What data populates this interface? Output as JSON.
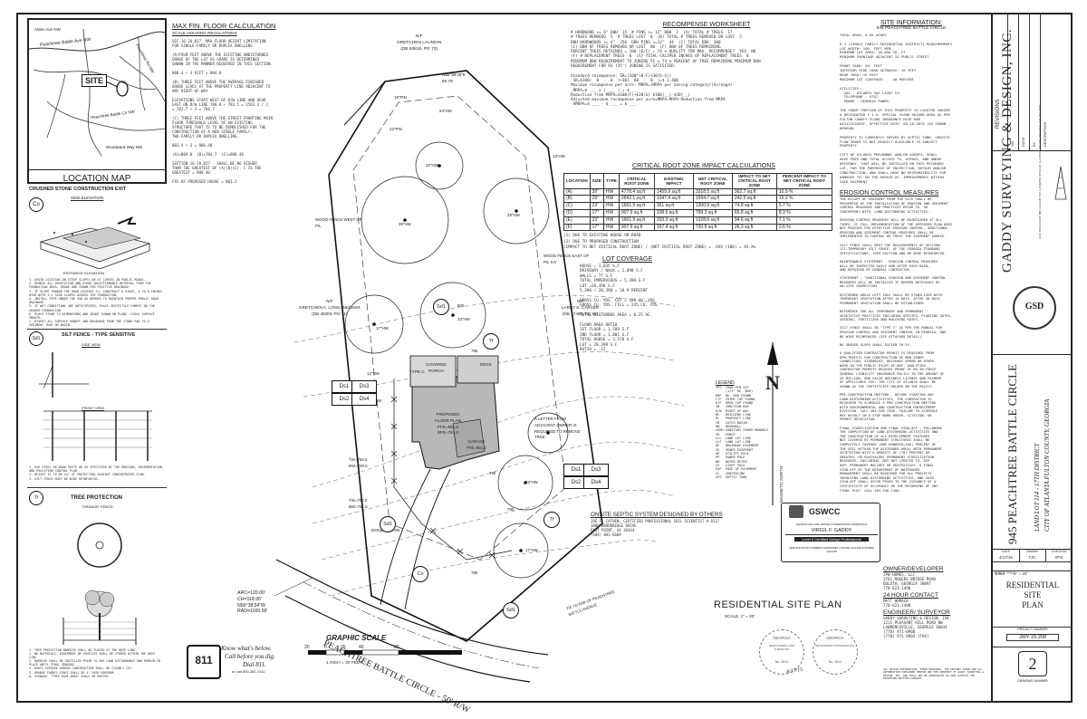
{
  "location_map": {
    "caption": "LOCATION MAP",
    "site_label": "SITE",
    "street_labels": [
      "Peachtree Battle Ave NW",
      "Peachtree Battle Cir NW",
      "Peachtree Rd NW",
      "Woodward Way NW",
      "Alden Ave NW"
    ]
  },
  "floor_calc": {
    "title": "MAX FIN. FLOOR CALCULATION",
    "subtitle": "SCALE HOUSING REGULATIONS",
    "body": "SEC.16-28.027. MAX FLOOR HEIGHT LIMITATION\nFOR SINGLE-FAMILY OR DUPLEX DWELLING\n\n(A)FOUR FEET ABOVE THE EXISTING UNDISTURBED\nGRADE OF THE LOT AS GRADE IS DETERMINED\nSHOWN IN THE MANNER REQUIRED IN THIS SECTION.\n\n800.4 + 4 FEET = 804.0\n\n(B) THREE FEET ABOVE THE AVERAGE FINISHED\nGRADE LEVEL AT THE PROPERTY LINE ADJACENT TO\nANY RIGHT-OF-WAY\n\nELEVATIONS START WEST OF R/W LINE AND HEAD\nEAST ON R/W LINE 780.8 + 783.5 = 1563.3 / 2\n= 781.7 + 3 = 784.7\n\n(C) THREE FEET ABOVE THE STREET FRONTING MAIN\nFLOOR THRESHOLD LEVEL OF AN EXISTING\nSTRUCTURE THAT IS TO BE DEMOLISHED FOR THE\nCONSTRUCTION OF A NEW SINGLE-FAMILY,\nTWO-FAMILY OR DUPLEX DWELLING.\n\n803.4 + 3 = 806.40\n\n(A)=804.0  (B)=784.7  (C)=806.40\n\nSECTION 16-28.027 - SHALL BE NO HIGHER\nTHAN THE GREATEST OF (A)(B)(C). C IS THE\nGREATEST = 806.40\n\nFFE OF PROPOSED HOUSE = 801.2"
  },
  "recompense": {
    "title": "RECOMPENSE WORKSHEET",
    "body": "# HARDWOOD >= 6\" DBH  15  # PINS >= 12\" DBH  2  (A) TOTAL # TREES  17\n# TREES REMOVED  5  # TREES LOST  0  (B) TOTAL # TREES REMOVED OR LOST  5\nDBH HARDWOODS >= 6\"  256  DBH PINS >=12\"  44  (C) TOTAL DBH  300\n(C) DBH OF TREES REMOVED OR LOST  80  (F) DBH OF TREES REMAINING\nPERCENT TREES RETAINED = 100 (E/C) = 74 % QUALITY FOR MAX. RECOMPENSE?  YES  NO\n(F) # REPLACEMENT TREES  0  (G) TOTAL CALIPER INCHES OF REPLACEMENT TREES  0\nMINIMUM DBH REQUIREMENT TO ZONING 55 x 74 % PERCENT OF TREE REMAINING MINIMUM DBH\nREQUIREMENT FOR R3 (35') ZONING IS SATISFIED.\n\nStandard recompense: SR=(100*(B-F)+30(D-G))\n SR=$100(  0  -  0  )+30(  80  -  0  )=$ 2,400\nMaximum recompense per acre: MRPA=(MRPA per zoning category)(Acreage)\n MRPA=$ ___ x ( ___ ) = $ ___\nReduction from MRPA=$100(F)+$30(G)-$100(__)-$30(__)\nAdjusted maximum recompense per acre=MRPA-MRPA-Reduction from MRPA\n AMRPA=$ ___ - $ ___ = $ ___"
  },
  "crz": {
    "title": "CRITICAL ROOT ZONE IMPACT CALCULATIONS",
    "headers": [
      "LOCATION",
      "SIZE",
      "TYPE",
      "CRITICAL ROOT ZONE",
      "EXISTING IMPACT",
      "NET CRITICAL ROOT ZONE",
      "IMPACT TO NET CRITICAL ROOT ZONE",
      "PERCENT IMPACT TO NET CRITICAL ROOT ZONE"
    ],
    "rows": [
      [
        "(A)",
        "39\"",
        "HW",
        "4778.4 sq.ft",
        "1459.9 sq.ft",
        "3318.5 sq.ft",
        "362.7 sq.ft",
        "10.9 %"
      ],
      [
        "(B)",
        "29\"",
        "HW",
        "2642.1 sq.ft",
        "1047.4 sq.ft",
        "1594.7 sq.ft",
        "242.5 sq.ft",
        "15.2 %"
      ],
      [
        "(C)",
        "23\"",
        "HW",
        "1661.9 sq.ft",
        "361 sq.ft",
        "1300.9 sq.ft",
        "74.8 sq.ft",
        "5.7 %"
      ],
      [
        "(D)",
        "17\"",
        "HW",
        "907.9 sq.ft",
        "108.6 sq.ft",
        "799.3 sq.ft",
        "66.8 sq.ft",
        "8.3 %"
      ],
      [
        "(E)",
        "23\"",
        "HW",
        "1661.9 sq.ft",
        "333.3 sq.ft",
        "1328.6 sq.ft",
        "94.6 sq.ft",
        "7.1 %"
      ],
      [
        "(F)",
        "17\"",
        "HW",
        "907.9 sq.ft",
        "167.4 sq.ft",
        "720.5 sq.ft",
        "26.3 sq.ft",
        "3.6 %"
      ]
    ],
    "notes": "(1) DUE TO EXISTING HOUSE OR ROAD\n(2) DUE TO PROPOSED CONSTRUCTION\n(IMPACT TO NET CRITICAL ROOT ZONE) / (NET CRITICAL ROOT ZONE) = .XXX (100) = XX.X%"
  },
  "lot_coverage": {
    "title": "LOT COVERAGE",
    "body": "HOUSE = 3,035 S.F\nDRIVEWAY / WALK = 2,098 S.F\nWALLS = 77 S.F\nTOTAL IMPERVIOUS = 5,390 S.F\nLOT =28,398 S.F\n5,390 / 28,398 = 18.9 PERCENT\n\nGROSS CU. YDS. CUT = 168 CU. YDS.\nGROSS CU. YDS. FILL = 245 CU. YDS.\n\nTOTAL DISTURBED AREA = 0.25 AC.\n\nFLOOR AREA RATIO\n1ST FLOOR = 1,789 S.F\n2ND FLOOR = 1,801 S.F\nTOTAL HOUSE = 3,570 S.F\nLOT = 28,398 S.F\nRATIO = .12"
  },
  "legend": {
    "title": "LEGEND",
    "items": "IPS  IRON PIN SET\n     (1/2\" RE. BAR)\nRBF  RE. BAR FOUND\nCTF  CRIMP TOP FOUND\nOTF  OPEN TOP FOUND\nJB   JUNCTION BOX\nR/W  RIGHT-OF-WAY\nBL   BUILDING LINE\nPL   PROPERTY LINE\nCB   CATCH BASIN\nHW   HEADWALL\nSSMH SANITARY SEWER MANHOLE\nFH   FENCE\nLLL  LAND LOT LINE\nLLF  LAND LOT LINE\nDE   DRAINAGE EASEMENT\nSE   SEWER EASEMENT\nUP   UTILITY POLE\nPP   POWER POLE\nWM   WATER METER\nLP   LIGHT POLE\nEOP  EDGE OF PAVEMENT\nCL   CENTERLINE\nSPS  SEPTIC TANK"
  },
  "north": {
    "label": "N",
    "basis": "MAGNETIC NORTH"
  },
  "site_info": {
    "title": "SITE INFORMATION:",
    "address": "945 PEACHTREE BATTLE CIRCLE",
    "body": "TOTAL AREA: 0.65 ACRES\n\nR-3 (SINGLE FAMILY RESIDENTIAL DISTRICT) REQUIREMENTS\nLOT WIDTH: 100' FEET MIN.\nMINIMUM LOT AREA: 18,000 SQ. FT.\nMINIMUM FRONTAGE ADJACENT TO PUBLIC STREET\n\nFRONT YARD: 50' FEET\nINTERIOR SIDE YARD SETBACKS: 10 FEET\nREAR YARD: 15 FEET\nMAXIMUM LOT COVERAGE:    40 PERCENT\n\nUTILITIES:\n  GAS - ATLANTA GAS LIGHT CO.\n  TELEPHONE - AT&T\n  POWER - GEORGIA POWER\n\nTHE FRONT PORTION OF THIS PROPERTY IS LOCATED INSIDE\nA DESIGNATED F.I.A. SPECIAL FLOOD HAZARD AREA AS PER\nFULTON COUNTY FLOOD INSURANCE RATE MAP\n#13121C0263F, EFFECTIVE DATE: 09-18-2013 (AS SHOWN\nHEREON)\n\nPROPERTY IS CURRENTLY SERVED BY SEPTIC TANK. GRAVITY\nFLOW SEWER IS NOT READILY AVAILABLE TO SUBJECT\nPROPERTY.\n\nCITY OF ATLANTA PERSONNEL AND/OR AGENTS, SHALL\nHAVE FREE AND TOTAL ACCESS TO, ACROSS, AND UNDER\nDRIVEWAY, THAT WILL BE INSTALLED ON THIS RECORDED\nLOT, FOR THE PURPOSES OF INSPECTION, REPAIR AND/OR\nCONSTRUCTION, AND SHALL HAVE NO RESPONSIBILITY FOR\nDAMAGES TO, OR THE REPAIR OF, IMPROVEMENTS WITHIN\nSAID EASEMENT."
  },
  "erosion": {
    "title": "EROSION CONTROL MEASURES",
    "body": "THE ESCAPE OF SEDIMENT FROM THE SITE SHALL BE\nPREVENTED BY THE INSTALLATION OF EROSION AND SEDIMENT\nCONTROL MEASURES AND PRACTICES PRIOR TO, OR\nCONCURRENT WITH, LAND-DISTURBING ACTIVITIES.\n\nEROSION CONTROL MEASURES WILL BE MAINTAINED AT ALL\nTIMES. IF FULL IMPLEMENTATION OF THE APPROVED PLAN DOES\nNOT PROVIDE FOR EFFECTIVE EROSION CONTROL, ADDITIONAL\nEROSION AND SEDIMENT CONTROL MEASURES SHALL BE\nIMPLEMENTED TO CONTROL OR TREAT THE SEDIMENT SOURCE.\n\nSILT FENCE SHALL MEET THE REQUIREMENTS OF SECTION\n171-TEMPORARY SILT FENCE, OF THE GEORGIA STANDARD\nSPECIFICATIONS, 1993 EDITION AND BE WIRE REINFORCED.\n\nMAINTENANCE STATEMENT - EROSION CONTROL MEASURES\nWILL BE INSPECTED DAILY AND AFTER EACH RAIN,\nAND REPAIRED BY GENERAL CONTRACTOR.\n\nSTATEMENT - \"ADDITIONAL EROSION AND SEDIMENT CONTROL\nMEASURES WILL BE INSTALLED IF DEEMED NECESSARY BY\nON-SITE INSPECTION.\n\nDISTURBED AREAS LEFT IDLE SHALL BE STABILIZED WITH\nTEMPORARY VEGETATION AFTER 14 DAYS. AFTER 30 DAYS\nPERMANENT VEGETATION SHALL BE ESTABLISHED.\n\nREFERENCE FOR ALL TEMPORARY AND PERMANENT\nVEGETATIVE PRACTICES INCLUDING SPECIES, PLANTING DATES,\nSEEDING, FERTILIZER AND MULCHING RATES.\n\nSILT FENCE SHALL BE \"TYPE C\" AS PER THE MANUAL FOR\nEROSION CONTROL AND SEDIMENT CONTROL IN GEORGIA, AND\nBE WIRE REINFORCED (SEE ATTACHED DETAIL).\n\nNO GRADED SLOPE SHALL EXCEED 2H:1V.\n\nA QUALIFIED CONTRACTOR PERMIT IS REQUIRED FROM\nDPW-TRAFFIC FOR CONSTRUCTION OF NEW SEWER\nCONNECTION, SIDEWALKS, DRIVEWAY APRON OR OTHER\nWORK IN THE PUBLIC RIGHT-OF-WAY. QUALIFIED\nCONTRACTOR PERMITS REQUIRE PROOF OF AN IN-FORCE\nGENERAL LIABILITY INSURANCE POLICY IN THE AMOUNT OF\n$3 MILLION, AND VALID BUSINESS LICENSE AND PAYMENT\nOF APPLICABLE FEE. THE CITY OF ATLANTA SHALL BE\nSHOWN AS THE CERTIFICATE HOLDER ON THE POLICY.\n\nPRE-CONSTRUCTION MEETING - BEFORE STARTING ANY\nLAND-DISTURBING ACTIVITIES, THE CONTRACTOR IS\nREQUIRED TO SCHEDULE A PRE-CONSTRUCTION MEETING\nWITH ENVIRONMENTAL AND CONSTRUCTION ENFORCEMENT\nDIVISION. CALL 404-546-1300. FAILURE TO SCHEDULE\nMAY RESULT IN A STOP WORK ORDER, CITATION, OR\nPERMIT REVOCATION.\n\nFINAL STABILIZATION AND FINAL SIGN-OFF - FOLLOWING\nTHE COMPLETION OF LAND-DISTURBING ACTIVITIES AND\nTHE CONSTRUCTION OF ALL DEVELOPMENT FEATURES\nNOT COVERED BY PERMANENT STRUCTURES SHALL BE\nCOMPLETELY COVERED (ONE-HUNDRED(100) PERCENT OF\nTHE SOIL WITHIN THE DISTURBED AREA) WITH PERMANENT\nVEGETATION WITH A DENSITY OF (70) PERCENT OR\nGREATER, OR EQUIVALENT PERMANENT STABILIZATION\nMEASURES, INCLUDING, BUT NOT LIMITED TO, RIP\nRAP, PERMANENT MULCHES OR GEOTEXTILES. A FINAL\nSIGN-OFF BY THE DEPARTMENT OF WATERSHED\nMANAGEMENT SHALL BE REQUIRED FOR ALL PROJECTS\nINVOLVING LAND-DISTURBING ACTIVITIES, AND SAID\nSIGN-OFF SHALL OCCUR PRIOR TO THE ISSUANCE OF A\nCERTIFICATE OF OCCUPANCY OR THE RECORDING OF ANY\nFINAL PLAT. CALL 404-546-1300."
  },
  "owner": {
    "title": "OWNER/DEVELOPER",
    "body": "JPW HOMES, LLC\n3761 ROGERS BRIDGE ROAD\nDULUTH, GEORGIA 30097\n770-623-1498"
  },
  "contact": {
    "title": "24 HOUR CONTACT",
    "body": "MATT WOMACK\n770-623-1498"
  },
  "engineer": {
    "title": "ENGINEER/ SURVEYOR",
    "body": "GADDY SURVEYING & DESIGN, INC.\n1215 PLEASANT HILL ROAD NW\nLAWRENCEVILLE, GEORGIA 30044\n(770) 971-0900\n(770) 971-0903 (FAX)"
  },
  "septic": {
    "title": "ONSITE SEPTIC SYSTEM DESIGNED BY OTHERS",
    "body": "JOE F. CATHEN, CERTIFIED PROFESSIONAL SOIL SCIENTIST # 0117\n1886 WOODBRIDGE DRIVE\nEAST POINT, GA 30344\n(404) 881-6669"
  },
  "gswcc": {
    "logo": "GSWCC",
    "org": "GEORGIA SOIL AND WATER CONSERVATION COMMISSION",
    "name": "VIRGIL F. GADDY",
    "level": "Level II Certified Design Professional",
    "cert": "CERTIFICATION NUMBER 0000029838 / ISSUED 12/13/06 EXPIRES 12/13/18"
  },
  "plan": {
    "title": "RESIDENTIAL SITE PLAN",
    "scale": "SCALE: 1\" = 20'",
    "street": "PEACHTREE BATTLE CIRCLE - 50' R/W",
    "curve": "ARC=120.00'\nCH=118.95'\nN56°38'34\"W\nRAD=1169.58'",
    "house": "PROPOSED\nFLOOR PLAN\nFFE=801.2\nBFE=791.0",
    "garage": "GARAGE\nFFE=801.2",
    "porch": "COVERED\nPORCH",
    "deck": "DECK",
    "north_owner": "N/F\nGRETCHEN LAUNDIN\n(DB 53815, PG 73)",
    "west_owner": "N/F\nGRETCHEN A. LONGANECKER\n(DB 46303, PG 71)",
    "east_owner": "N/F\nLARRY E. CARVER\n(DB 17489, PG 50)",
    "bearing_top": "N85°55'46\"E\n89.76'",
    "fence_w": "WOOD FENCE WEST OF\nP/L",
    "fence_e": "WOOD FENCE EAST OF\nP/L 0.6'",
    "letter_note": "A LETTER FROM\nADJACENT OWNER IS\nREQUIRED TO REMOVE\nTREE",
    "tie": "TIE TO R/W OF PEACHTREE\nBATTLE AVENUE",
    "tw1": "TW=763.0\nBW=760.0",
    "tw2": "TW=792.0\nBW=791.5",
    "double_row": "DOUBLE ROW",
    "type_c": "TYPE C",
    "tree_labels": [
      "39\"HW",
      "29\"HW",
      "23\"HW",
      "17\"HW",
      "23\"HW",
      "17\"HW",
      "22\"PIN",
      "18\"HW",
      "20\"HW",
      "24\"HW",
      "18\"PIN",
      "12\"HW",
      "11\"HW"
    ],
    "contours": [
      "800",
      "795",
      "790",
      "785",
      "780"
    ],
    "signs": [
      "Ds1",
      "Ds2",
      "Ds3",
      "Ds4",
      "Sd1",
      "Tf",
      "Co"
    ]
  },
  "graphic_scale": {
    "title": "GRAPHIC SCALE",
    "ticks": [
      "20",
      "0",
      "20",
      "40",
      "80"
    ],
    "unit": "1 INCH = 20 FEET"
  },
  "call811": {
    "number": "811",
    "line1": "Know what's below.",
    "line2": "Call before you dig.",
    "line3": "Dial 811.",
    "line4": "or call 800-282-7411"
  },
  "details": {
    "crushed_stone": {
      "title": "CRUSHED STONE CONSTRUCTION EXIT",
      "subtitle": "SIDE ELEVATION",
      "sub2": "ENTRANCE ELEVATION",
      "sign": "Co",
      "notes": "1. AVOID LOCATING ON STEEP SLOPES OR AT CURVES IN PUBLIC ROADS.\n2. REMOVE ALL VEGETATION AND OTHER OBJECTIONABLE MATERIAL FROM THE FOUNDATION AREA. GRADE AND CROWN FOR POSITIVE DRAINAGE.\n3. IF SLOPE TOWARD THE ROAD EXCEEDS 2%, CONSTRUCT A RIDGE, 6 TO 8 INCHES HIGH WITH 3:1 SIDE SLOPES ACROSS THE FOUNDATION.\n4. INSTALL PIPE UNDER THE PAD AS NEEDED TO MAINTAIN PROPER PUBLIC ROAD DRAINAGE.\n5. IF WET CONDITIONS ARE ANTICIPATED, PLACE GEOTEXTILE FABRIC ON THE GRADED FOUNDATION.\n6. PLACE STONE TO DIMENSIONS AND GRADE SHOWN ON PLANS. LEAVE SURFACE SMOOTH.\n7. DIVERT ALL SURFACE RUNOFF AND DRAINAGE FROM THE STONE PAD TO A SEDIMENT TRAP OR BASIN.\n8. INSTALL PIPE UNDER PAD AS NEEDED.\n9. MAINTAIN THE EXIT IN A CONDITION THAT WILL PREVENT TRACKING OF MUD.\n10. WASH RACKS MAY BE REQUIRED AT THE DISCRETION OF THE ISSUING AUTHORITY."
    },
    "silt_fence": {
      "title": "SILT FENCE - TYPE SENSITIVE",
      "sign": "Sd1",
      "side": "SIDE VIEW",
      "front": "FRONT VIEW",
      "notes": "1. USE STEEL OR WOOD POSTS OR AS SPECIFIED BY THE EROSION, SEDIMENTATION, AND POLLUTION CONTROL PLAN.\n2. HEIGHT IS TO BE 22\" IF PROTECTING AGAINST CONCENTRATED FLOW.\n3. SILT FENCE MUST BE WIRE REINFORCED."
    },
    "tree_protection": {
      "title": "TREE PROTECTION",
      "sign": "Tf",
      "subtitle": "\"ORANGE\" FENCE",
      "notes": "1. TREE PROTECTION BARRIER SHALL BE PLACED AT THE DRIP LINE.\n2. NO MATERIALS, EQUIPMENT OR VEHICLES SHALL BE STORED WITHIN THE DRIP LINE.\n3. BARRIER SHALL BE INSTALLED PRIOR TO ANY LAND DISTURBANCE AND REMAIN IN PLACE UNTIL FINAL GRADING.\n4. ROOTS EXPOSED DURING CONSTRUCTION SHALL BE CLEANLY CUT.\n5. ORANGE FABRIC FENCE SHALL BE 4' HIGH MINIMUM.\n6. SIGNAGE: \"TREE SAVE AREA\" SHALL BE POSTED."
    }
  },
  "title_block": {
    "revisions_label": "REVISIONS",
    "rev_cols": [
      "NO.",
      "DATE",
      "BY",
      "DESCRIPTION"
    ],
    "company": "GADDY SURVEYING & DESIGN, INC.",
    "company_address": "1215 PLEASANT HILL ROAD NW\nLAWRENCEVILLE, GA 30044\n770-971-0900\nFAX: 770-971-0903",
    "logo": "GSD",
    "project_title": "945 PEACHTREE BATTLE CIRCLE",
    "project_location": "LAND LOT 114 - 17TH DISTRICT\nCITY OF ATLANTA FULTON COUNTY, GEORGIA",
    "date_label": "DATE",
    "date": "4/17/15",
    "drawn_label": "DRAWN",
    "drawn": "TJC",
    "checked_label": "CHECKED",
    "checked": "VFG",
    "scale_label": "SCALE",
    "scale": "1\" = 20'",
    "sheet_title_label": "SHEET TITLE",
    "sheet_title": "RESIDENTIAL\nSITE\nPLAN",
    "project_no_label": "PROJECT NUMBER",
    "project_no": "JWY-15-208",
    "drawing_no_label": "DRAWING NUMBER",
    "drawing_no": "2",
    "disclaimer": "ALL DESIGN INFORMATION, THESE DRAWINGS, THE DESIGNS SHOWN AND ALL INFORMATION CONTAINED HEREON ARE THE PROPERTY OF GADDY SURVEYING & DESIGN, INC. AND SHALL NOT BE REPRODUCED OR USED WITHOUT THE EXPRESSED WRITTEN CONSENT."
  },
  "seals": {
    "seal1_state": "GEORGIA",
    "seal1_line": "REGISTERED LAND SURVEYOR",
    "seal1_no": "No. 2814",
    "seal2_state": "GEORGIA",
    "seal2_line": "REGISTERED PROFESSIONAL",
    "seal2_no": "No. 2814",
    "signature_date": "4/17/15"
  }
}
